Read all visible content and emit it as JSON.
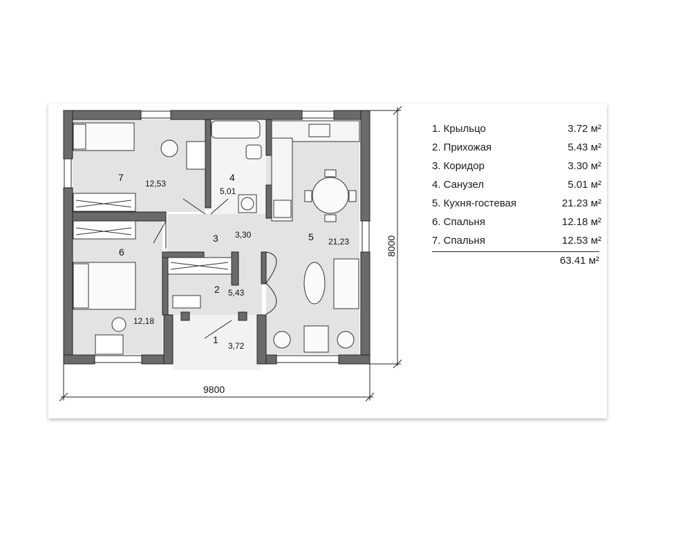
{
  "rooms": [
    {
      "number": "1",
      "area": "3,72"
    },
    {
      "number": "2",
      "area": "5,43"
    },
    {
      "number": "3",
      "area": "3,30"
    },
    {
      "number": "4",
      "area": "5,01"
    },
    {
      "number": "5",
      "area": "21,23"
    },
    {
      "number": "6",
      "area": "12,18"
    },
    {
      "number": "7",
      "area": "12,53"
    }
  ],
  "dimensions": {
    "width": "9800",
    "height": "8000"
  },
  "legend": {
    "items": [
      {
        "name": "1. Крыльцо",
        "value": "3.72 м²"
      },
      {
        "name": "2. Прихожая",
        "value": "5.43 м²"
      },
      {
        "name": "3. Коридор",
        "value": "3.30 м²"
      },
      {
        "name": "4. Санузел",
        "value": "5.01 м²"
      },
      {
        "name": "5. Кухня-гостевая",
        "value": "21.23 м²"
      },
      {
        "name": "6. Спальня",
        "value": "12.18 м²"
      },
      {
        "name": "7. Спальня",
        "value": "12.53 м²"
      }
    ],
    "total": "63.41 м²"
  },
  "colors": {
    "wall": "#6a6a6a",
    "floor": "#e3e3e3",
    "line": "#222222"
  }
}
